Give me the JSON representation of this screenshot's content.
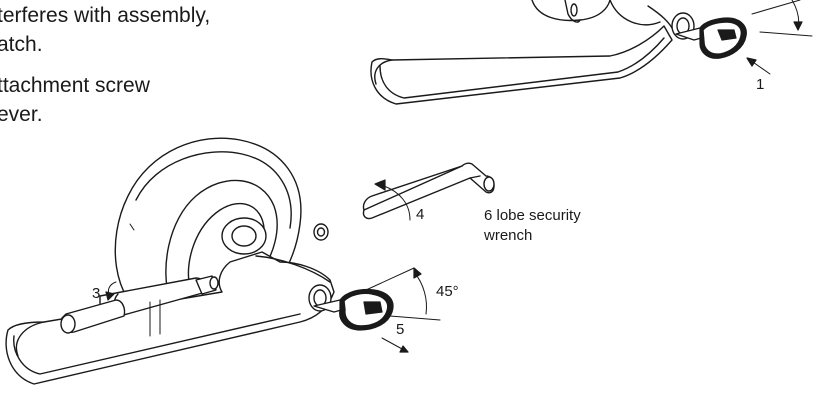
{
  "instructions": {
    "line1": "terferes with assembly,",
    "line2": "atch.",
    "line3": "ttachment screw",
    "line4": "ever."
  },
  "callouts": {
    "step1": "1",
    "step3": "3",
    "step4": "4",
    "step5": "5",
    "angle": "45°",
    "wrench_line1": "6 lobe security",
    "wrench_line2": "wrench"
  },
  "icons": {
    "lever_top": "lever-handle-illustration",
    "lever_bottom": "lever-with-rose-illustration",
    "wrench": "hex-wrench-illustration",
    "key": "key-illustration"
  }
}
